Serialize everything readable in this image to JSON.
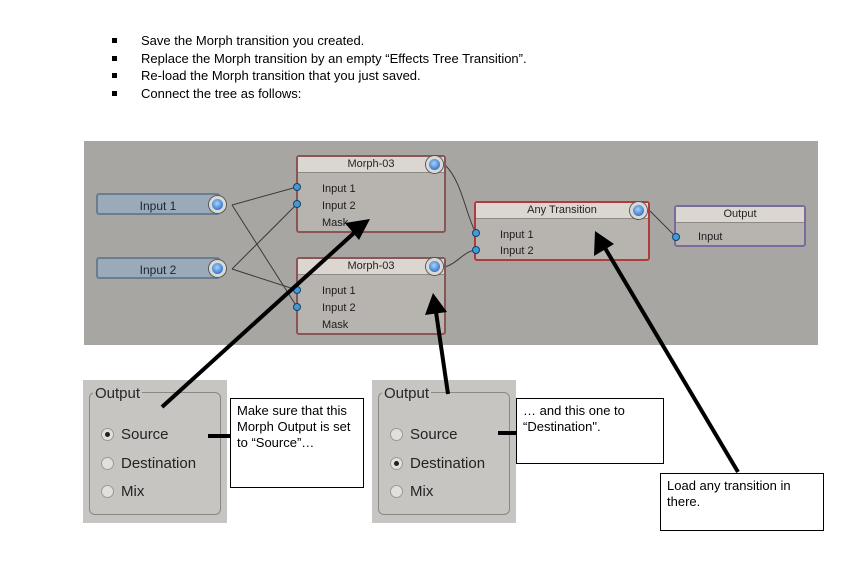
{
  "instructions": [
    "Save the Morph transition you created.",
    "Replace the Morph transition by an empty “Effects Tree Transition”.",
    "Re-load the Morph transition that you just saved.",
    "Connect the tree as follows:"
  ],
  "graph": {
    "input1": "Input 1",
    "input2": "Input 2",
    "morph_top": {
      "title": "Morph-03",
      "ports": [
        "Input 1",
        "Input 2",
        "Mask"
      ]
    },
    "morph_bottom": {
      "title": "Morph-03",
      "ports": [
        "Input 1",
        "Input 2",
        "Mask"
      ]
    },
    "any_transition": {
      "title": "Any Transition",
      "ports": [
        "Input 1",
        "Input 2"
      ]
    },
    "output": {
      "title": "Output",
      "ports": [
        "Input"
      ]
    }
  },
  "panel_left": {
    "legend": "Output",
    "options": [
      "Source",
      "Destination",
      "Mix"
    ],
    "selected": "Source"
  },
  "panel_right": {
    "legend": "Output",
    "options": [
      "Source",
      "Destination",
      "Mix"
    ],
    "selected": "Destination"
  },
  "callouts": {
    "left": "Make sure that this Morph Output is set to “Source”…",
    "right": "… and this one to “Destination\".",
    "bottom": "Load any transition in there."
  }
}
